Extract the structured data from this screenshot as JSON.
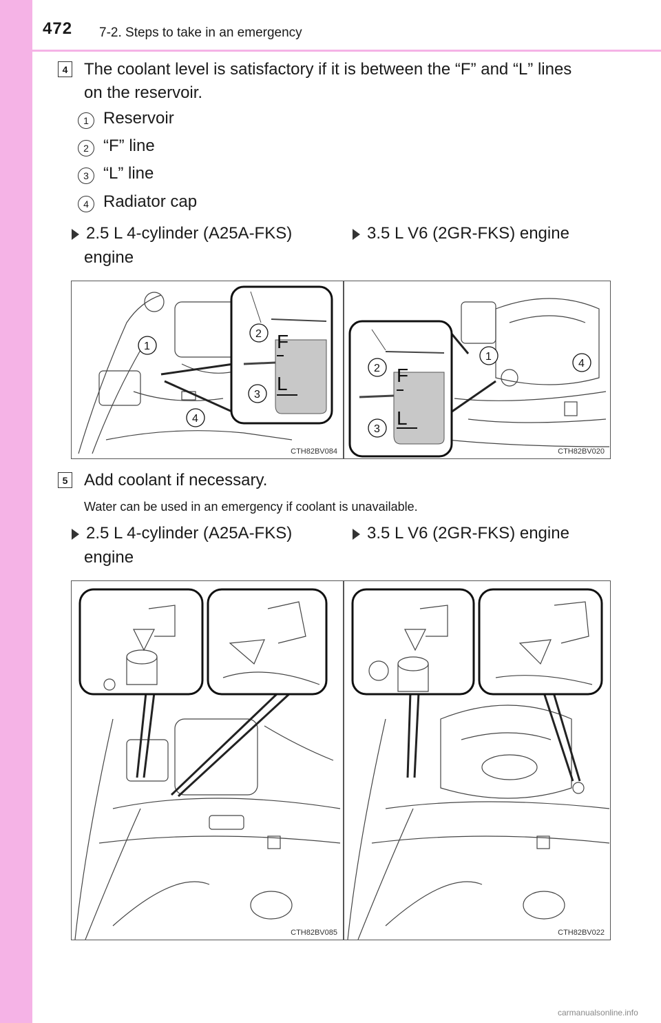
{
  "header": {
    "page_number": "472",
    "section": "7-2. Steps to take in an emergency"
  },
  "step4": {
    "number": "4",
    "text_line1": "The coolant level is satisfactory if it is between the “F” and “L” lines",
    "text_line2": "on the reservoir.",
    "legend": [
      {
        "num": "1",
        "label": "Reservoir"
      },
      {
        "num": "2",
        "label": "“F” line"
      },
      {
        "num": "3",
        "label": "“L” line"
      },
      {
        "num": "4",
        "label": "Radiator cap"
      }
    ],
    "engine_left_line1": "2.5   L   4-cylinder   (A25A-FKS)",
    "engine_left_line2": "engine",
    "engine_right": "3.5 L V6 (2GR-FKS) engine",
    "figure_left": {
      "code": "CTH82BV084",
      "callouts": [
        "1",
        "2",
        "3",
        "4"
      ],
      "F": "F",
      "L": "L"
    },
    "figure_right": {
      "code": "CTH82BV020",
      "callouts": [
        "1",
        "2",
        "3",
        "4"
      ],
      "F": "F",
      "L": "L"
    }
  },
  "step5": {
    "number": "5",
    "text": "Add coolant if necessary.",
    "note": "Water can be used in an emergency if coolant is unavailable.",
    "engine_left_line1": "2.5   L   4-cylinder   (A25A-FKS)",
    "engine_left_line2": "engine",
    "engine_right": "3.5 L V6 (2GR-FKS) engine",
    "figure_left": {
      "code": "CTH82BV085"
    },
    "figure_right": {
      "code": "CTH82BV022"
    }
  },
  "footer": "carmanualsonline.info"
}
